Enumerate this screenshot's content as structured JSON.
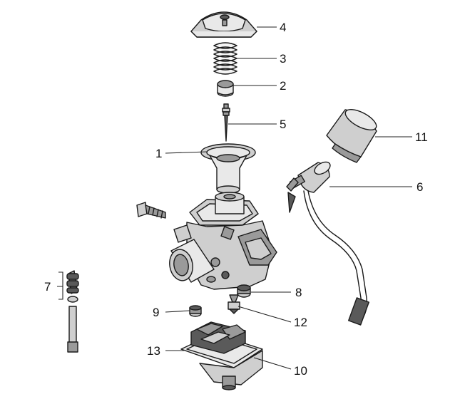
{
  "callouts": [
    {
      "id": "c4",
      "text": "4"
    },
    {
      "id": "c3",
      "text": "3"
    },
    {
      "id": "c2",
      "text": "2"
    },
    {
      "id": "c5",
      "text": "5"
    },
    {
      "id": "c1",
      "text": "1"
    },
    {
      "id": "c11",
      "text": "11"
    },
    {
      "id": "c6",
      "text": "6"
    },
    {
      "id": "c7",
      "text": "7"
    },
    {
      "id": "c8",
      "text": "8"
    },
    {
      "id": "c9",
      "text": "9"
    },
    {
      "id": "c12",
      "text": "12"
    },
    {
      "id": "c13",
      "text": "13"
    },
    {
      "id": "c10",
      "text": "10"
    }
  ]
}
